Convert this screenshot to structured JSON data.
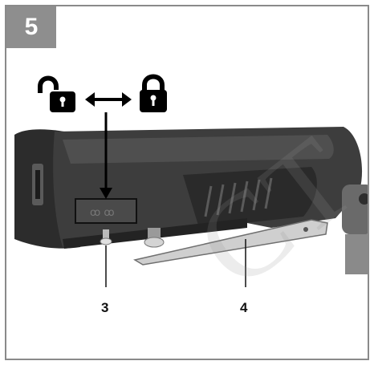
{
  "figure": {
    "step_number": "5",
    "callouts": {
      "lock_button": "3",
      "release_lever": "4"
    },
    "icons": {
      "unlocked": "unlocked-padlock-icon",
      "locked": "locked-padlock-icon",
      "direction": "double-arrow-icon"
    },
    "watermark_text": "CT"
  },
  "colors": {
    "badge_background": "#8e8e8e",
    "frame_border": "#8a8a8a",
    "tool_body": "#3d3d3d",
    "tool_grip": "#2a2a2a"
  }
}
